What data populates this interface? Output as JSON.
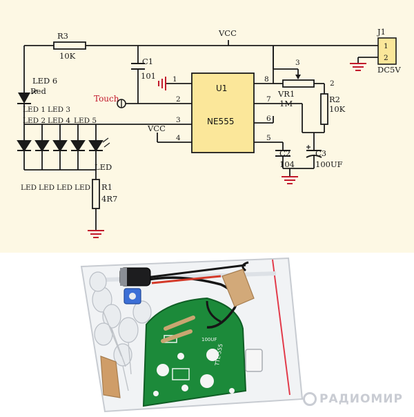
{
  "schematic": {
    "net_vcc_top": "VCC",
    "net_vcc_pin4": "VCC",
    "connector": {
      "ref": "J1",
      "pin1": "1",
      "pin2": "2",
      "supply": "DC5V"
    },
    "resistor_r3": {
      "ref": "R3",
      "value": "10K"
    },
    "capacitor_c1": {
      "ref": "C1",
      "value": "101"
    },
    "led6": {
      "ref": "LED 6",
      "color": "Red"
    },
    "touch_label": "Touch",
    "chip": {
      "ref": "U1",
      "part": "NE555"
    },
    "pins": {
      "p1": "1",
      "p2": "2",
      "p3": "3",
      "p4": "4",
      "p5": "5",
      "p6": "6",
      "p7": "7",
      "p8": "8"
    },
    "vr1": {
      "ref": "VR1",
      "value": "1M",
      "pin3": "3",
      "pin2": "2"
    },
    "r2": {
      "ref": "R2",
      "value": "10K"
    },
    "c2": {
      "ref": "C2",
      "value": "104"
    },
    "c3": {
      "ref": "C3",
      "value": "100UF"
    },
    "leds_top": {
      "l1": "LED 1",
      "l2": "LED 2",
      "l3": "LED 3",
      "l4": "LED 4",
      "l5": "LED 5"
    },
    "led_right_label": "LED",
    "leds_bottom": {
      "b1": "LED",
      "b2": "LED",
      "b3": "LED",
      "b4": "LED"
    },
    "r1": {
      "ref": "R1",
      "value": "4R7"
    }
  },
  "photo": {
    "pcb_silk": "TTL-555",
    "pcb_silk_cap": "100UF",
    "watermark": "РАДИОМИР"
  }
}
